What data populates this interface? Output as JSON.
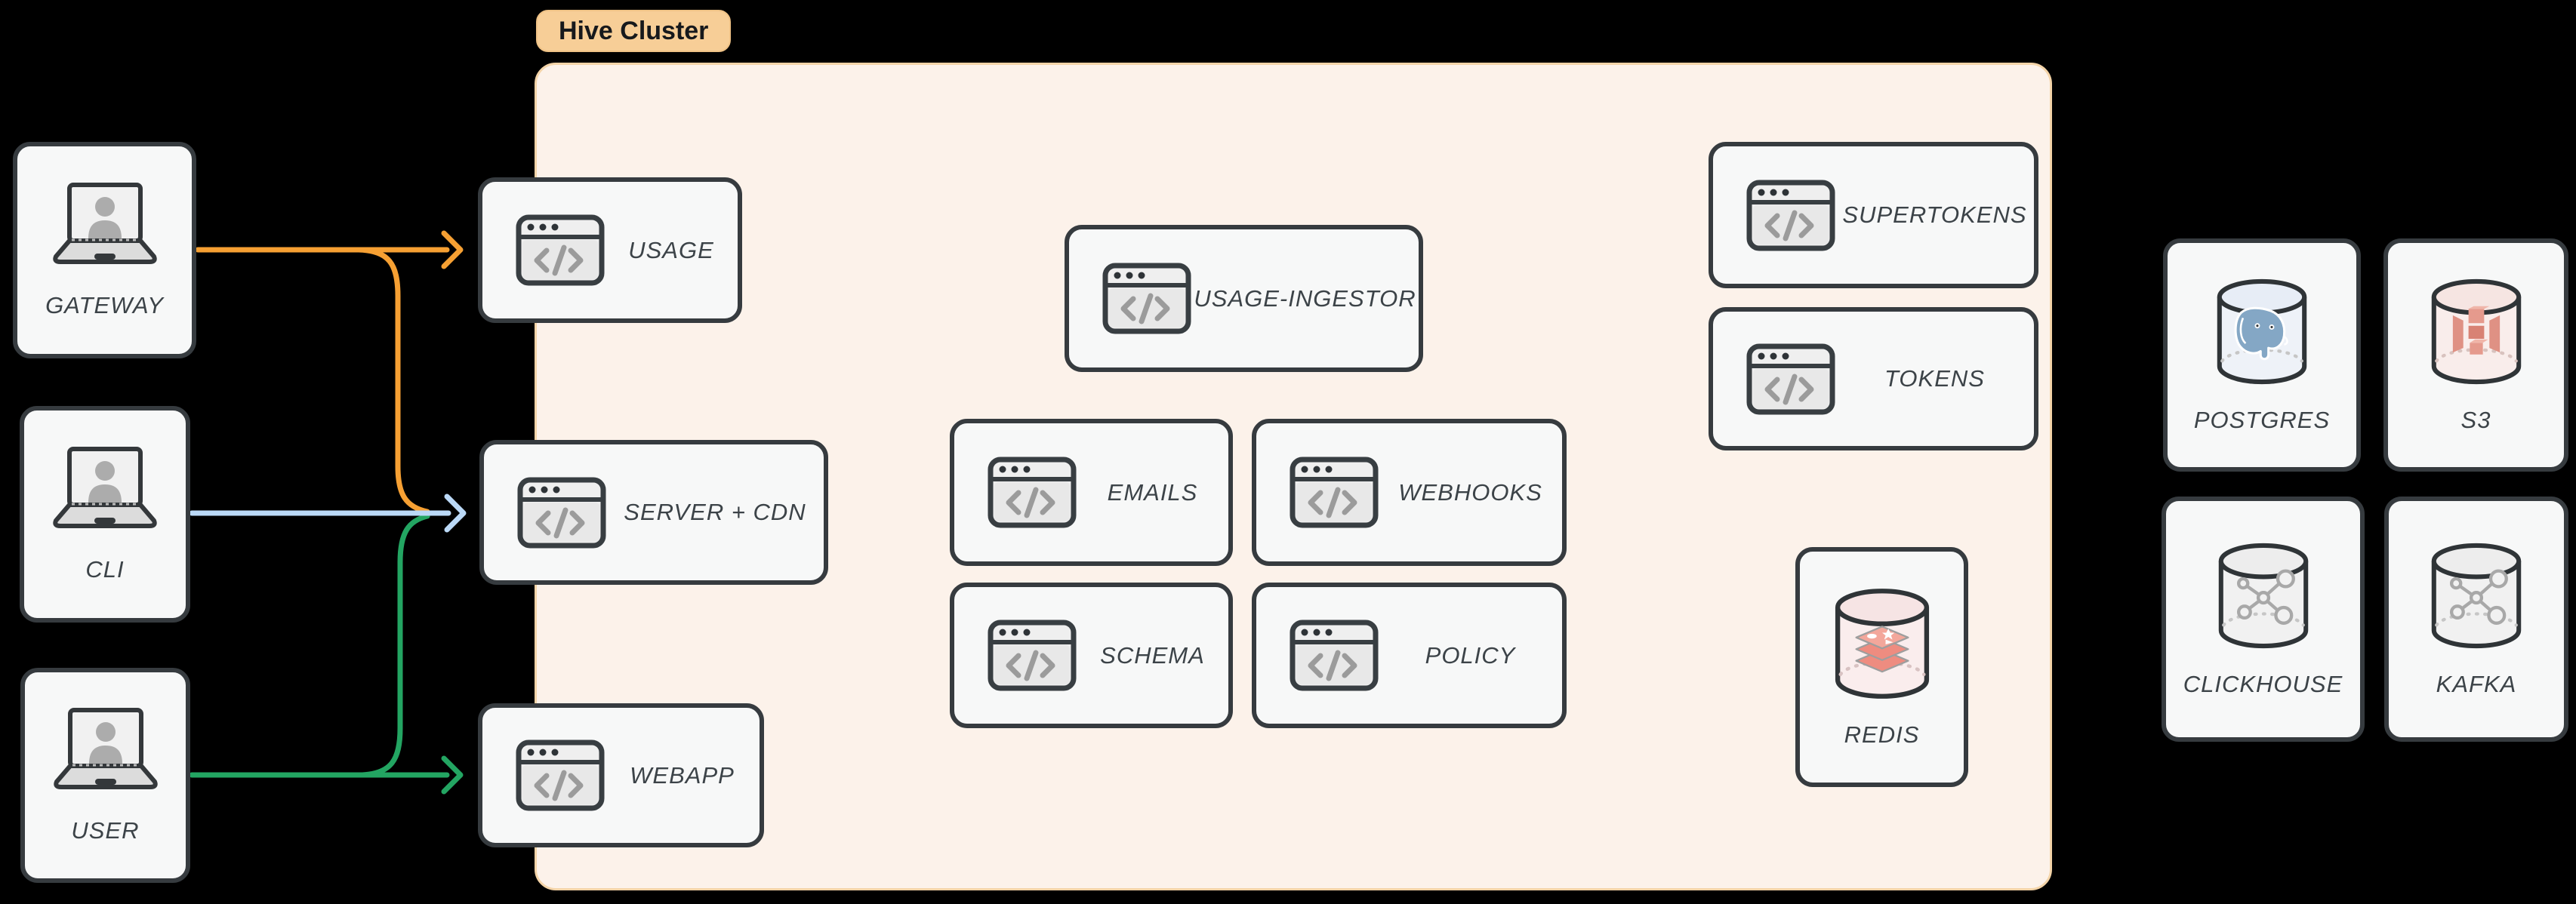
{
  "badge": {
    "label": "Hive Cluster"
  },
  "clients": {
    "gateway": {
      "label": "GATEWAY"
    },
    "cli": {
      "label": "CLI"
    },
    "user": {
      "label": "USER"
    }
  },
  "services": {
    "usage": {
      "label": "USAGE"
    },
    "server_cdn": {
      "label": "SERVER + CDN"
    },
    "webapp": {
      "label": "WEBAPP"
    },
    "usage_ingestor": {
      "label": "USAGE-INGESTOR"
    },
    "emails": {
      "label": "EMAILS"
    },
    "webhooks": {
      "label": "WEBHOOKS"
    },
    "schema": {
      "label": "SCHEMA"
    },
    "policy": {
      "label": "POLICY"
    },
    "supertokens": {
      "label": "SUPERTOKENS"
    },
    "tokens": {
      "label": "TOKENS"
    }
  },
  "databases": {
    "redis": {
      "label": "REDIS",
      "icon": "redis-logo"
    },
    "postgres": {
      "label": "POSTGRES",
      "icon": "postgres-logo"
    },
    "s3": {
      "label": "S3",
      "icon": "s3-logo"
    },
    "clickhouse": {
      "label": "CLICKHOUSE",
      "icon": "molecule-icon"
    },
    "kafka": {
      "label": "KAFKA",
      "icon": "molecule-icon"
    }
  },
  "edges": [
    {
      "from": "gateway",
      "to": "usage",
      "color_key": "arrow_orange"
    },
    {
      "from": "gateway",
      "to": "server_cdn",
      "color_key": "arrow_orange"
    },
    {
      "from": "cli",
      "to": "server_cdn",
      "color_key": "arrow_blue"
    },
    {
      "from": "user",
      "to": "server_cdn",
      "color_key": "arrow_green"
    },
    {
      "from": "user",
      "to": "webapp",
      "color_key": "arrow_green"
    }
  ],
  "colors": {
    "background": "#000000",
    "node_fill": "#F7F8F8",
    "node_border": "#363B3F",
    "cluster_fill": "#FCF2EA",
    "cluster_border": "#F4D4A8",
    "badge_fill": "#F7CE97",
    "badge_text": "#17191C",
    "label_text": "#3C4348",
    "arrow_orange": "#F6A033",
    "arrow_blue": "#BBD9F7",
    "arrow_green": "#23A562"
  }
}
